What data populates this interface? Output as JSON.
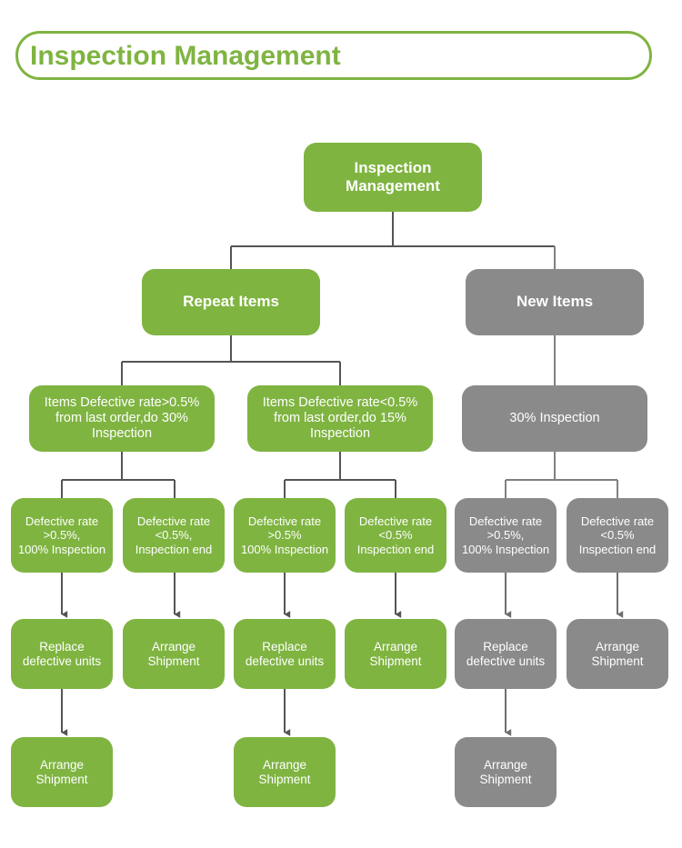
{
  "header": {
    "title": "Inspection Management"
  },
  "colors": {
    "green": "#7FB441",
    "gray": "#8A8A8A",
    "connector_dark": "#555555",
    "connector_light": "#808080",
    "text_on_node": "#FFFFFF",
    "background": "#FFFFFF"
  },
  "diagram": {
    "type": "flowchart",
    "root": {
      "line1": "Inspection",
      "line2": "Management"
    },
    "level2": [
      {
        "label": "Repeat Items",
        "color": "green"
      },
      {
        "label": "New Items",
        "color": "gray"
      }
    ],
    "level3": [
      {
        "line1": "Items Defective rate>0.5%",
        "line2": "from last order,do 30%",
        "line3": "Inspection",
        "color": "green"
      },
      {
        "line1": "Items Defective rate<0.5%",
        "line2": "from last order,do 15%",
        "line3": "Inspection",
        "color": "green"
      },
      {
        "line1": "30% Inspection",
        "line2": "",
        "line3": "",
        "color": "gray"
      }
    ],
    "level4": [
      {
        "line1": "Defective rate",
        "line2": ">0.5%,",
        "line3": "100% Inspection",
        "color": "green"
      },
      {
        "line1": "Defective rate",
        "line2": "<0.5%,",
        "line3": "Inspection end",
        "color": "green"
      },
      {
        "line1": "Defective rate",
        "line2": ">0.5%",
        "line3": "100% Inspection",
        "color": "green"
      },
      {
        "line1": "Defective rate",
        "line2": "<0.5%",
        "line3": "Inspection end",
        "color": "green"
      },
      {
        "line1": "Defective rate",
        "line2": ">0.5%,",
        "line3": "100% Inspection",
        "color": "gray"
      },
      {
        "line1": "Defective rate",
        "line2": "<0.5%",
        "line3": "Inspection end",
        "color": "gray"
      }
    ],
    "level5": [
      {
        "line1": "Replace",
        "line2": "defective units",
        "color": "green"
      },
      {
        "line1": "Arrange",
        "line2": "Shipment",
        "color": "green"
      },
      {
        "line1": "Replace",
        "line2": "defective units",
        "color": "green"
      },
      {
        "line1": "Arrange",
        "line2": "Shipment",
        "color": "green"
      },
      {
        "line1": "Replace",
        "line2": "defective units",
        "color": "gray"
      },
      {
        "line1": "Arrange",
        "line2": "Shipment",
        "color": "gray"
      }
    ],
    "level6": [
      {
        "line1": "Arrange",
        "line2": "Shipment",
        "color": "green"
      },
      {
        "line1": "Arrange",
        "line2": "Shipment",
        "color": "green"
      },
      {
        "line1": "Arrange",
        "line2": "Shipment",
        "color": "gray"
      }
    ]
  }
}
